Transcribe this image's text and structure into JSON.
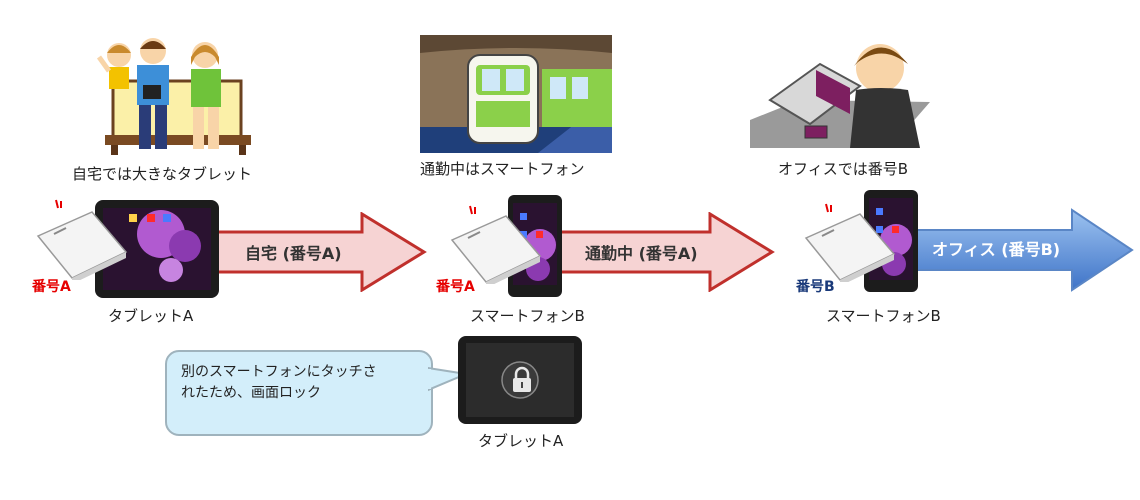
{
  "scenes": {
    "home": {
      "caption": "自宅では大きなタブレット"
    },
    "commute": {
      "caption": "通勤中はスマートフォン"
    },
    "office": {
      "caption": "オフィスでは番号B"
    }
  },
  "devices": {
    "tablet_a": {
      "label": "タブレットA",
      "card_label": "番号A"
    },
    "smartphone_b_1": {
      "label": "スマートフォンB",
      "card_label": "番号A"
    },
    "smartphone_b_2": {
      "label": "スマートフォンB",
      "card_label": "番号B"
    },
    "tablet_a_locked": {
      "label": "タブレットA"
    }
  },
  "arrows": {
    "home": {
      "label": "自宅 (番号A)"
    },
    "commute": {
      "label": "通勤中 (番号A)"
    },
    "office": {
      "label": "オフィス (番号B)"
    }
  },
  "callout": {
    "line1": "別のスマートフォンにタッチさ",
    "line2": "れたため、画面ロック"
  },
  "colors": {
    "number_a": "#e60000",
    "number_b": "#1a3a7a",
    "arrow_red_fill": "#f6d3d3",
    "arrow_red_stroke": "#c0302c",
    "arrow_blue_fill": "#6c9ce0",
    "bubble_fill": "#d3eefa"
  }
}
